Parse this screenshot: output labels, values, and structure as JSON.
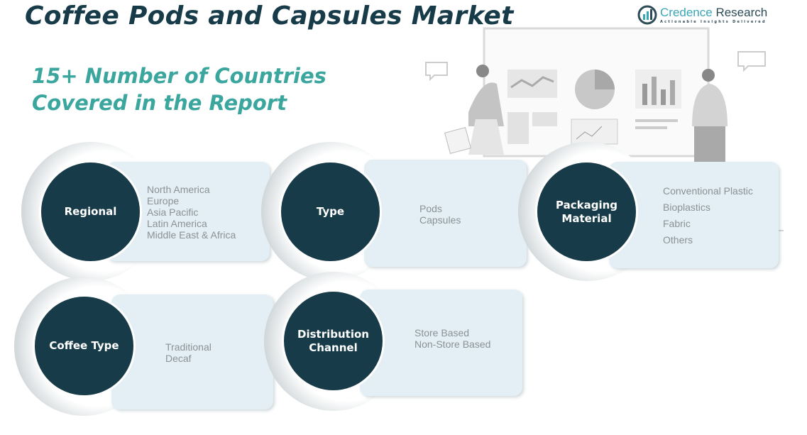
{
  "title": "Coffee Pods and Capsules Market",
  "subtitle": {
    "line1": "15+ Number of Countries",
    "line2": "Covered in the Report"
  },
  "logo": {
    "name_part1": "Credence",
    "name_part2": "Research",
    "tagline": "Actionable Insights Delivered"
  },
  "segments": [
    {
      "label": "Regional",
      "items": [
        "North America",
        "Europe",
        "Asia Pacific",
        "Latin America",
        "Middle East & Africa"
      ]
    },
    {
      "label": "Type",
      "items": [
        "Pods",
        "Capsules"
      ]
    },
    {
      "label": "Packaging Material",
      "items": [
        "Conventional Plastic",
        "Bioplastics",
        "Fabric",
        "Others"
      ]
    },
    {
      "label": "Coffee Type",
      "items": [
        "Traditional",
        "Decaf"
      ]
    },
    {
      "label": "Distribution Channel",
      "items": [
        "Store Based",
        "Non-Store Based"
      ]
    }
  ],
  "colors": {
    "circle": "#173b48",
    "accent": "#3aa69d",
    "card": "#e3eff5"
  }
}
